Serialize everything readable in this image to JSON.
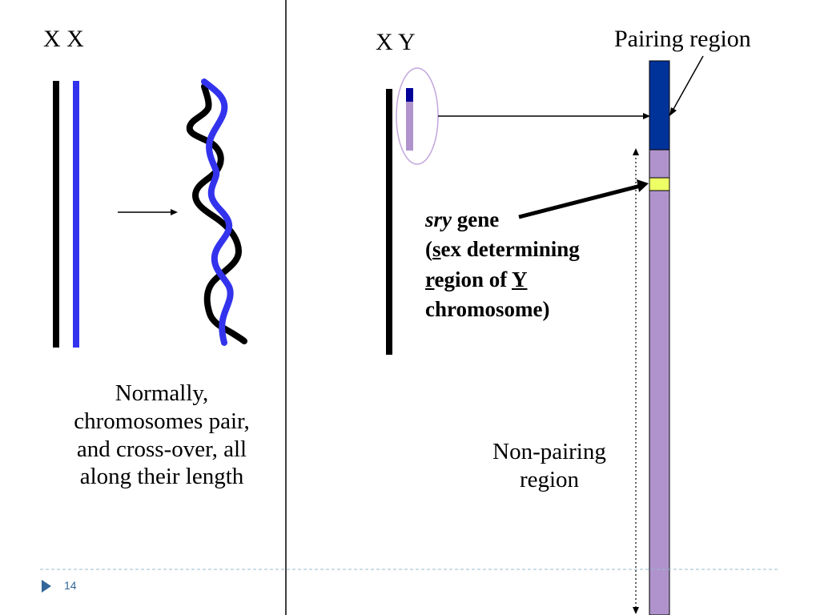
{
  "left": {
    "pair_label": "X  X",
    "caption": [
      "Normally,",
      "chromosomes pair,",
      "and cross-over, all",
      "along their length"
    ]
  },
  "right": {
    "pair_label": "X  Y",
    "pairing_region_label": "Pairing region",
    "non_pairing_label": [
      "Non-pairing",
      "region"
    ],
    "sry": {
      "italic": "sry",
      "gene": " gene",
      "line2_open": "(",
      "line2_s": "s",
      "line2_rest": "ex determining",
      "line3_r": "r",
      "line3_mid": "egion of ",
      "line3_y": "Y",
      "line4": "chromosome)"
    }
  },
  "footer": {
    "slide_number": "14"
  },
  "colors": {
    "x_chromosome": "#000000",
    "x2_chromosome": "#3333ee",
    "pairing_region": "#003399",
    "non_pairing_region": "#b093cc",
    "sry_band": "#eeff66",
    "ellipse_outline": "#c3a6dd",
    "divider": "#000000",
    "footer_line": "#99bbcc",
    "footer_marker": "#336699"
  },
  "icons": {
    "footer_marker": "triangle-right-icon"
  }
}
